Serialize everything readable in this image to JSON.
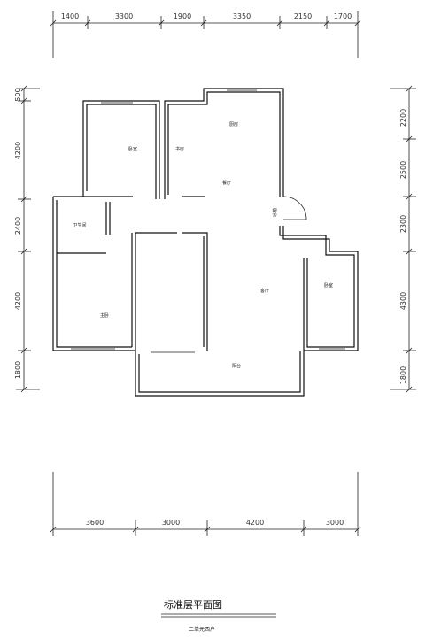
{
  "dimensions": {
    "top": [
      "1400",
      "3300",
      "1900",
      "3350",
      "2150",
      "1700"
    ],
    "bottom": [
      "3600",
      "3000",
      "4200",
      "3000"
    ],
    "left": [
      "500",
      "4200",
      "2400",
      "4200",
      "1800"
    ],
    "right": [
      "2200",
      "2500",
      "2300",
      "4300",
      "1800"
    ]
  },
  "rooms": {
    "bedroom_top": "卧室",
    "study": "书房",
    "kitchen": "厨房",
    "dining": "餐厅",
    "bathroom": "卫生间",
    "master": "主卧",
    "living": "客厅",
    "bedroom_right": "卧室",
    "balcony": "阳台",
    "fridge": "冰箱"
  },
  "title": "标准层平面图",
  "subtitle": "二单元西户"
}
